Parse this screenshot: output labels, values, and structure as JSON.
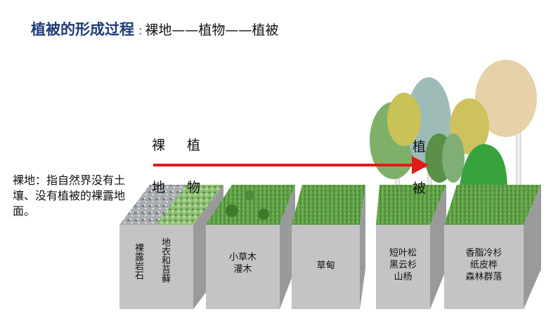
{
  "title": {
    "main": "植被的形成过程",
    "colon": ":",
    "sub": "裸地——植物——植被"
  },
  "definition": "裸地：指自然界没有土壤、没有植被的裸露地面。",
  "stages": {
    "bare_land_top": "裸",
    "bare_land_bottom": "地",
    "plants_top": "植",
    "plants_bottom": "物",
    "vegetation_top": "植",
    "vegetation_bottom": "被"
  },
  "blocks": {
    "rock": "裸露岩石",
    "lichen": "地衣和苔藓",
    "grass_shrub_line1": "小草木",
    "grass_shrub_line2": "灌木",
    "meadow": "草甸",
    "forest1_line1": "短叶松",
    "forest1_line2": "黑云杉",
    "forest1_line3": "山杨",
    "forest2_line1": "香脂冷杉",
    "forest2_line2": "纸皮桦",
    "forest2_line3": "森林群落"
  },
  "colors": {
    "title": "#1f3a7a",
    "arrow": "#e31a1a",
    "block_front": "#c4c4c6",
    "block_side": "#9a9a9c",
    "grass": "#5fa048"
  }
}
